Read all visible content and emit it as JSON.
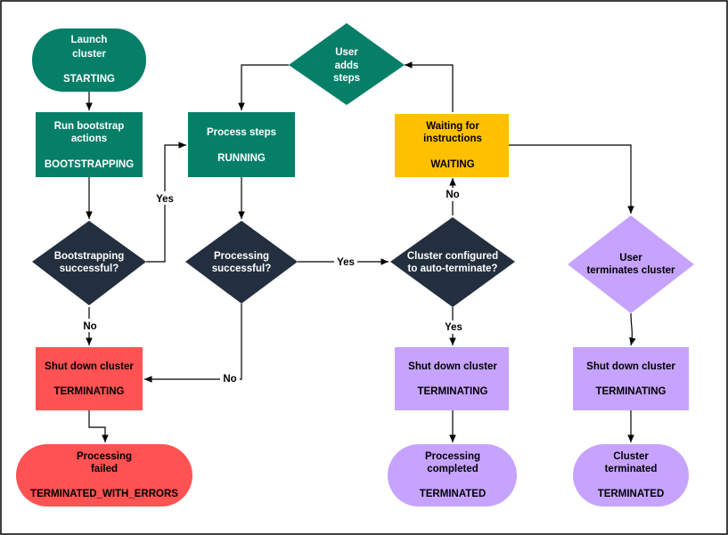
{
  "colors": {
    "teal": "#067F68",
    "yellow": "#FFC000",
    "red": "#FF5252",
    "lavender": "#C6A3FF",
    "navy": "#232F3E",
    "line": "#000000",
    "text_light": "#FFFFFF",
    "text_dark": "#000000",
    "border": "#000000"
  },
  "nodes": {
    "launch": {
      "lines": [
        "Launch",
        "cluster",
        "",
        "STARTING"
      ]
    },
    "bootstrap": {
      "lines": [
        "Run bootstrap",
        "actions",
        "",
        "BOOTSTRAPPING"
      ]
    },
    "bootstrap_ok": {
      "lines": [
        "Bootstrapping",
        "successful?"
      ]
    },
    "shutdown_fail": {
      "lines": [
        "Shut down cluster",
        "",
        "TERMINATING"
      ]
    },
    "failed": {
      "lines": [
        "Processing",
        "failed",
        "",
        "TERMINATED_WITH_ERRORS"
      ]
    },
    "process": {
      "lines": [
        "Process steps",
        "",
        "RUNNING"
      ]
    },
    "process_ok": {
      "lines": [
        "Processing",
        "successful?"
      ]
    },
    "user_adds": {
      "lines": [
        "User",
        "adds",
        "steps"
      ]
    },
    "waiting": {
      "lines": [
        "Waiting for",
        "instructions",
        "",
        "WAITING"
      ]
    },
    "auto_term": {
      "lines": [
        "Cluster configured",
        "to auto-terminate?"
      ]
    },
    "shutdown_done": {
      "lines": [
        "Shut down cluster",
        "",
        "TERMINATING"
      ]
    },
    "completed": {
      "lines": [
        "Processing",
        "completed",
        "",
        "TERMINATED"
      ]
    },
    "user_term": {
      "lines": [
        "User",
        "terminates cluster"
      ]
    },
    "shutdown_user": {
      "lines": [
        "Shut down cluster",
        "",
        "TERMINATING"
      ]
    },
    "terminated": {
      "lines": [
        "Cluster",
        "terminated",
        "",
        "TERMINATED"
      ]
    }
  },
  "labels": {
    "yes_bootstrap": "Yes",
    "no_bootstrap": "No",
    "yes_process": "Yes",
    "no_process": "No",
    "no_auto": "No",
    "yes_auto": "Yes"
  }
}
